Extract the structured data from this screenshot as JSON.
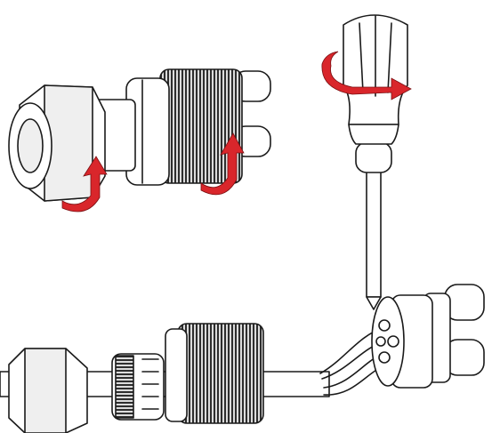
{
  "colors": {
    "accent": "#d9262b",
    "outline": "#1a1a1a",
    "knurl": "#3a3a3a",
    "background": "#ffffff"
  },
  "icons": {
    "upper_connector": "assembled-waterproof-connector",
    "screwdriver": "screwdriver",
    "lower_assembly": "disassembled-connector-with-cable",
    "rotation_arrows": "curved-rotation-arrow"
  }
}
